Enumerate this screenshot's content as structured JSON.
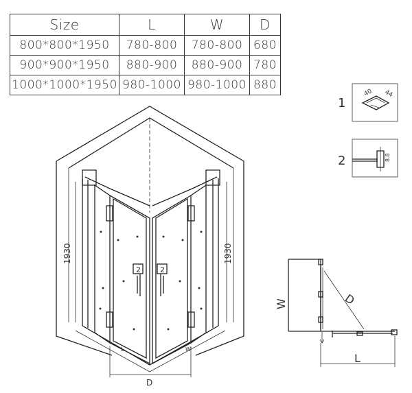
{
  "table": {
    "headers": [
      "Size",
      "L",
      "W",
      "D"
    ],
    "rows": [
      [
        "800*800*1950",
        "780-800",
        "780-800",
        "680"
      ],
      [
        "900*900*1950",
        "880-900",
        "880-900",
        "780"
      ],
      [
        "1000*1000*1950",
        "980-1000",
        "980-1000",
        "880"
      ]
    ]
  },
  "details": {
    "detail1": {
      "number": "1",
      "dim_a": "40",
      "dim_b": "44"
    },
    "detail2": {
      "number": "2",
      "dim_a": "8.8"
    }
  },
  "iso": {
    "height_left": "1930",
    "height_right": "1930",
    "handle_left": "2",
    "handle_right": "2",
    "label_d": "D",
    "label_l_small": "L",
    "label_w_small": "W"
  },
  "plan": {
    "label_w": "W",
    "label_d": "D",
    "label_l": "L"
  }
}
